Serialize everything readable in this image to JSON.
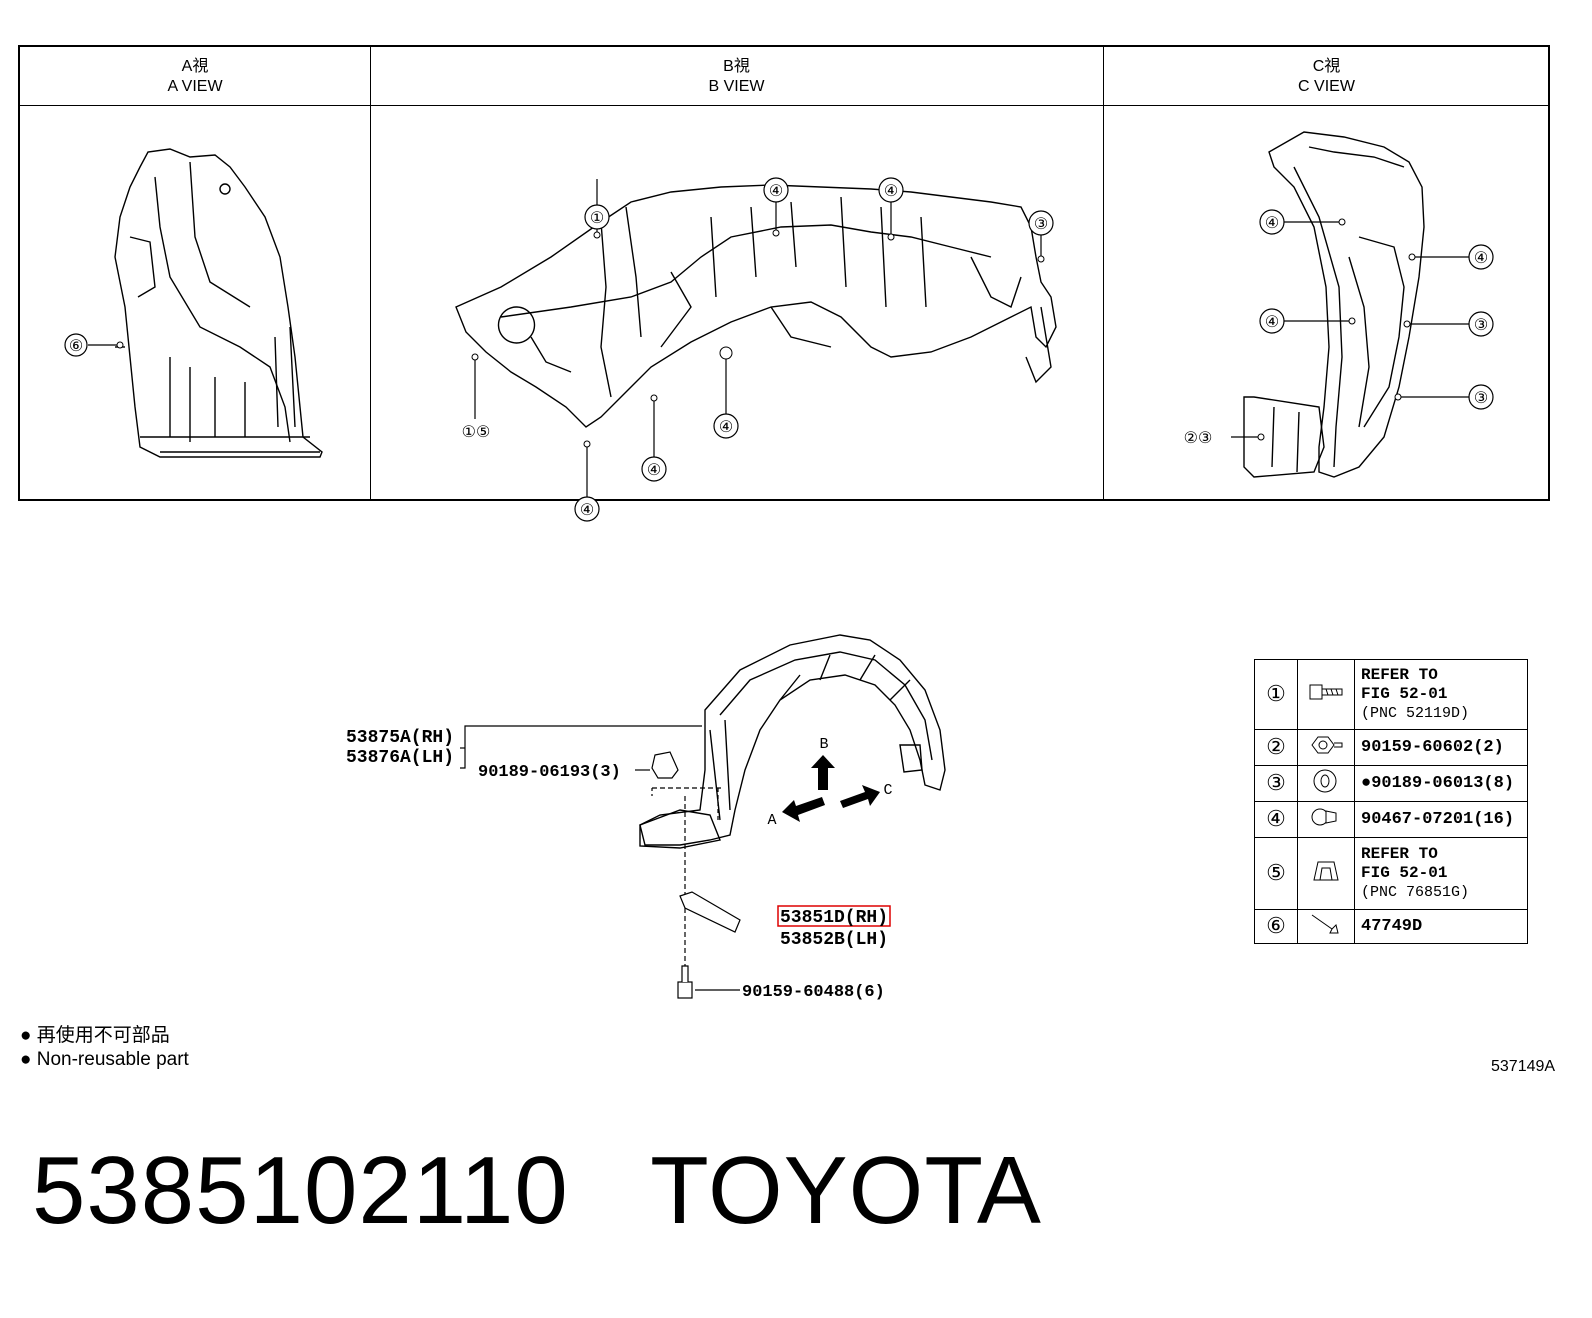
{
  "views": [
    {
      "jp": "A視",
      "en": "A VIEW"
    },
    {
      "jp": "B視",
      "en": "B VIEW"
    },
    {
      "jp": "C視",
      "en": "C VIEW"
    }
  ],
  "callouts": {
    "a_view": [
      "⑥"
    ],
    "b_view": [
      "①",
      "④",
      "④",
      "③",
      "①⑤",
      "④",
      "④",
      "④"
    ],
    "c_view": [
      "④",
      "④",
      "④",
      "③",
      "③",
      "②③"
    ]
  },
  "main": {
    "liner_rh": "53875A(RH)",
    "liner_lh": "53876A(LH)",
    "clip": "90189-06193(3)",
    "seal_rh": "53851D(RH)",
    "seal_lh": "53852B(LH)",
    "screw": "90159-60488(6)",
    "arrow_a": "A",
    "arrow_b": "B",
    "arrow_c": "C"
  },
  "legend": [
    {
      "num": "①",
      "icon": "bolt-icon",
      "lines": [
        "REFER TO",
        "FIG 52-01",
        "(PNC 52119D)"
      ]
    },
    {
      "num": "②",
      "icon": "nut-icon",
      "lines": [
        "90159-60602(2)"
      ]
    },
    {
      "num": "③",
      "icon": "clip-icon",
      "lines": [
        "●90189-06013(8)"
      ]
    },
    {
      "num": "④",
      "icon": "push-clip-icon",
      "lines": [
        "90467-07201(16)"
      ]
    },
    {
      "num": "⑤",
      "icon": "retainer-icon",
      "lines": [
        "REFER TO",
        "FIG 52-01",
        "(PNC 76851G)"
      ]
    },
    {
      "num": "⑥",
      "icon": "fastener-icon",
      "lines": [
        "47749D"
      ]
    }
  ],
  "notes": [
    "● 再使用不可部品",
    "● Non-reusable part"
  ],
  "diagram_code": "537149A",
  "title": "5385102110   TOYOTA"
}
